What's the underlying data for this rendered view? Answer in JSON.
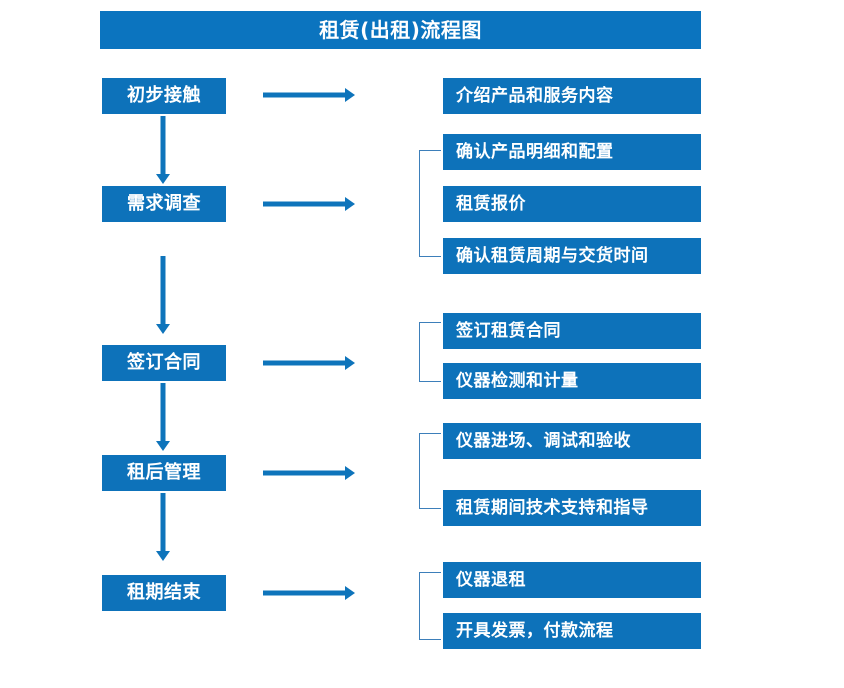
{
  "diagram": {
    "title": "租赁(出租)流程图",
    "colors": {
      "title_bar": "#0b74bf",
      "box": "#0d72ba",
      "arrow": "#0e74bb",
      "bracket": "#3d7fba",
      "text": "#ffffff",
      "background": "#ffffff"
    },
    "stages": [
      {
        "id": "stage-1",
        "label": "初步接触",
        "details": [
          "介绍产品和服务内容"
        ],
        "has_bracket": false
      },
      {
        "id": "stage-2",
        "label": "需求调查",
        "details": [
          "确认产品明细和配置",
          "租赁报价",
          "确认租赁周期与交货时间"
        ],
        "has_bracket": true
      },
      {
        "id": "stage-3",
        "label": "签订合同",
        "details": [
          "签订租赁合同",
          "仪器检测和计量"
        ],
        "has_bracket": true
      },
      {
        "id": "stage-4",
        "label": "租后管理",
        "details": [
          "仪器进场、调试和验收",
          "租赁期间技术支持和指导"
        ],
        "has_bracket": true
      },
      {
        "id": "stage-5",
        "label": "租期结束",
        "details": [
          "仪器退租",
          "开具发票，付款流程"
        ],
        "has_bracket": true
      }
    ],
    "connectors": {
      "horizontal_arrow_icon": "arrow-right-icon",
      "vertical_arrow_icon": "arrow-down-icon",
      "bracket_icon": "group-bracket-icon"
    }
  }
}
